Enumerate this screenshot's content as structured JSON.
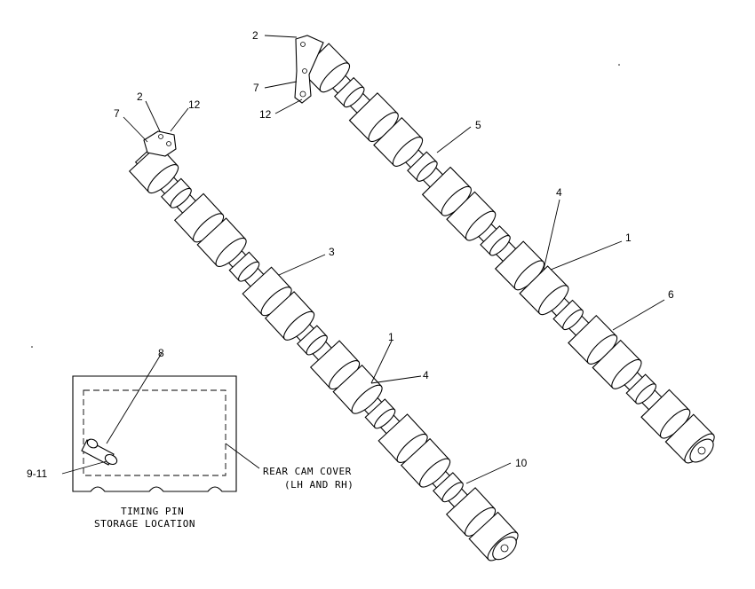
{
  "callouts": {
    "c2_right": "2",
    "c7_right": "7",
    "c12_right": "12",
    "c5": "5",
    "c4_right": "4",
    "c1_right": "1",
    "c6": "6",
    "c2_left": "2",
    "c7_left": "7",
    "c12_left": "12",
    "c3": "3",
    "c1_left": "1",
    "c4_left": "4",
    "c8": "8",
    "c9_11": "9-11",
    "c10": "10"
  },
  "labels": {
    "rear_cover_line1": "REAR CAM COVER",
    "rear_cover_line2": "(LH AND RH)",
    "timing_line1": "TIMING PIN",
    "timing_line2": "STORAGE LOCATION"
  }
}
